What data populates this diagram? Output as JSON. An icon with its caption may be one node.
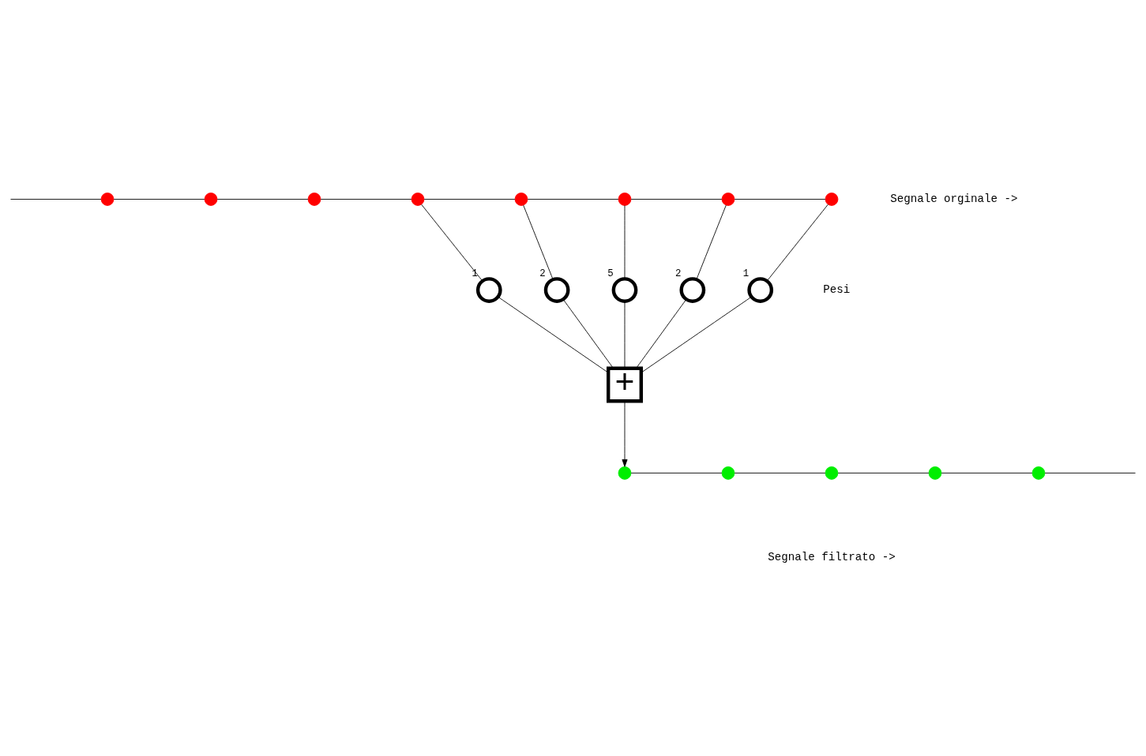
{
  "diagram": {
    "nodes": [
      {
        "text": [],
        "shape": "circle"
      },
      {
        "text": [],
        "shape": "circle"
      },
      {
        "text": [],
        "shape": "circle"
      },
      {
        "text": [],
        "shape": "circle"
      },
      {
        "text": [],
        "shape": "circle"
      },
      {
        "text": [],
        "shape": "circle"
      },
      {
        "text": [],
        "shape": "circle"
      },
      {
        "text": [],
        "shape": "circle"
      },
      {
        "text": [],
        "shape": "circle",
        "beside": [
          "1"
        ]
      },
      {
        "text": [],
        "shape": "circle",
        "beside": [
          "2"
        ]
      },
      {
        "text": [],
        "shape": "circle",
        "beside": [
          "5"
        ]
      },
      {
        "text": [],
        "shape": "circle",
        "beside": [
          "2"
        ]
      },
      {
        "text": [],
        "shape": "circle",
        "beside": [
          "1"
        ]
      },
      {
        "text": [
          "+"
        ]
      },
      {
        "text": [],
        "shape": "circle"
      },
      {
        "text": [],
        "shape": "circle"
      },
      {
        "text": [],
        "shape": "circle"
      },
      {
        "text": [],
        "shape": "circle"
      },
      {
        "text": [],
        "shape": "circle"
      }
    ],
    "edges": [
      {
        "from": null,
        "to": 0,
        "arrow": "none"
      },
      {
        "from": 0,
        "to": 1,
        "arrow": "none"
      },
      {
        "from": 1,
        "to": 2,
        "arrow": "none"
      },
      {
        "from": 2,
        "to": 3,
        "arrow": "none"
      },
      {
        "from": 3,
        "to": 4,
        "arrow": "none"
      },
      {
        "from": 4,
        "to": 5,
        "arrow": "none"
      },
      {
        "from": 5,
        "to": 6,
        "arrow": "none"
      },
      {
        "from": 6,
        "to": 7,
        "arrow": "none"
      },
      {
        "from": 3,
        "to": 8,
        "arrow": "none"
      },
      {
        "from": 4,
        "to": 9,
        "arrow": "none"
      },
      {
        "from": 5,
        "to": 10,
        "arrow": "none"
      },
      {
        "from": 6,
        "to": 11,
        "arrow": "none"
      },
      {
        "from": 7,
        "to": 12,
        "arrow": "none"
      },
      {
        "from": 8,
        "to": 13,
        "arrow": "none"
      },
      {
        "from": 9,
        "to": 13,
        "arrow": "none"
      },
      {
        "from": 10,
        "to": 13,
        "arrow": "none"
      },
      {
        "from": 11,
        "to": 13,
        "arrow": "none"
      },
      {
        "from": 12,
        "to": 13,
        "arrow": "none"
      },
      {
        "from": 13,
        "to": 14,
        "arrow": "to"
      },
      {
        "from": 14,
        "to": 15,
        "arrow": "none"
      },
      {
        "from": 15,
        "to": 16,
        "arrow": "none"
      },
      {
        "from": 16,
        "to": 17,
        "arrow": "none"
      },
      {
        "from": 17,
        "to": 18,
        "arrow": "none"
      },
      {
        "from": 18,
        "to": null,
        "arrow": "none"
      }
    ],
    "labels": [
      "Segnale orginale ->",
      "Pesi",
      "Segnale filtrato ->"
    ]
  }
}
